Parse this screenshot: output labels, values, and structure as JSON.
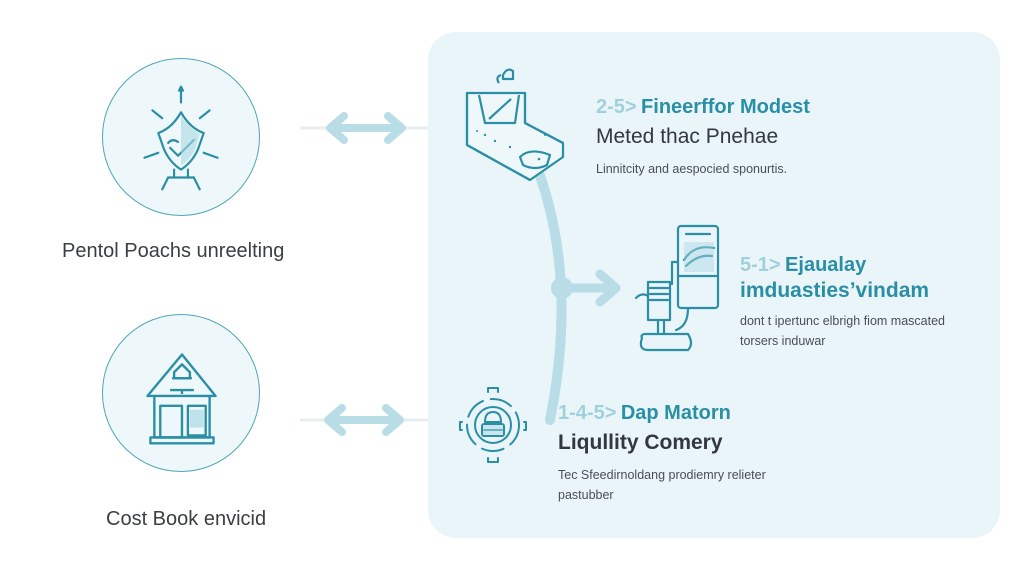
{
  "left_nodes": [
    {
      "label": "Pentol Poachs unreelting",
      "icon": "shield-check-icon"
    },
    {
      "label": "Cost Book envicid",
      "icon": "house-icon"
    }
  ],
  "steps": [
    {
      "number": "2-5>",
      "title": "Fineerffor Modest",
      "subtitle": "Meted thac Pnehae",
      "description": "Linnitcity and aespocied sponurtis.",
      "icon": "package-box-icon"
    },
    {
      "number": "5-1>",
      "title": "Ejaualay",
      "subtitle": "imduastiesʼvindam",
      "description": "dont t ipertunc elbrigh fiom mascated torsers induwar",
      "icon": "device-pump-icon"
    },
    {
      "number": "1-4-5>",
      "title": "Dap Matorn",
      "subtitle": "Liqullity Comery",
      "description": "Tec Sfeedirnoldang prodiemry relieter pastubber",
      "icon": "gear-robot-icon"
    }
  ],
  "colors": {
    "accent": "#2a8fa5",
    "accent_light": "#9fd0dc",
    "arrow": "#b8dde6",
    "panel_bg": "#eaf5f9",
    "circle_stroke": "#4fa7b6"
  }
}
